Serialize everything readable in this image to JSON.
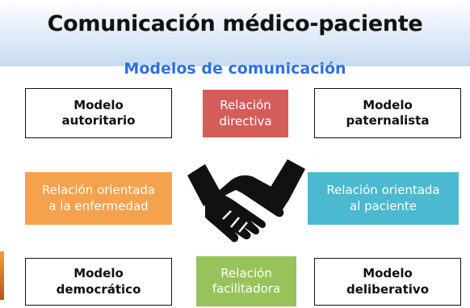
{
  "title": "Comunicación médico-paciente",
  "subtitle": "Modelos de comunicación",
  "colors": {
    "subtitle": "#2f6fe0",
    "directiva": "#d45d5a",
    "enfermedad": "#f5a24e",
    "paciente": "#4bb9cf",
    "facilitadora": "#97c35a"
  },
  "top_row": {
    "left_model": "Modelo\nautoritario",
    "relation": "Relación\ndirectiva",
    "right_model": "Modelo\npaternalista"
  },
  "middle_row": {
    "left_relation": "Relación orientada\na la enfermedad",
    "icon": "handshake-icon",
    "right_relation": "Relación orientada\nal paciente"
  },
  "bottom_row": {
    "left_model": "Modelo\ndemocrático",
    "relation": "Relación\nfacilitadora",
    "right_model": "Modelo\ndeliberativo"
  }
}
